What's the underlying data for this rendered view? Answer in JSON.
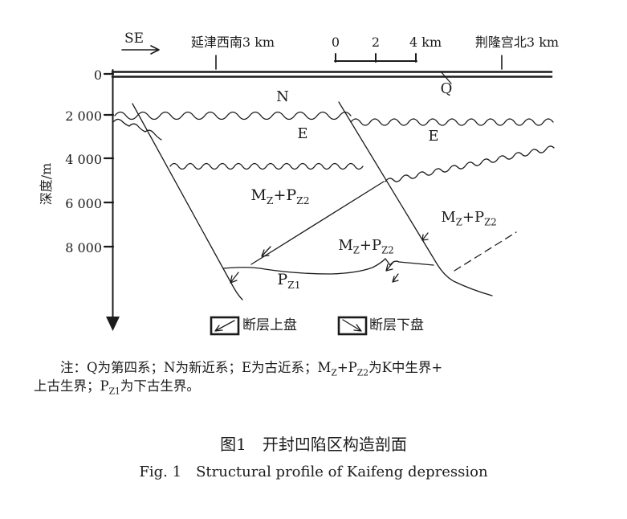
{
  "figure": {
    "direction_label": "SE",
    "location_left": "延津西南3 km",
    "location_right": "荆隆宫北3 km",
    "scale_bar": {
      "t0": "0",
      "t2": "2",
      "t4": "4 km"
    },
    "axis": {
      "title": "深度/m",
      "tick0": "0",
      "tick2000": "2 000",
      "tick4000": "4 000",
      "tick6000": "6 000",
      "tick8000": "8 000"
    },
    "strata": {
      "q": "Q",
      "n": "N",
      "e": "E",
      "m": "M",
      "m_sub": "Z",
      "p": "+P",
      "p_sub": "Z2",
      "pz1": "P",
      "pz1_sub": "Z1"
    },
    "legend": {
      "hanging_wall": "断层上盘",
      "foot_wall": "断层下盘"
    },
    "line_color": "#1b1b1b"
  },
  "note": {
    "line1_a": "注：Q为第四系；N为新近系；E为古近系；M",
    "line1_sub1": "Z",
    "line1_b": "+P",
    "line1_sub2": "Z2",
    "line1_c": "为K中生界+",
    "line2_a": "上古生界；P",
    "line2_sub": "Z1",
    "line2_b": "为下古生界。"
  },
  "caption": {
    "zh": "图1　开封凹陷区构造剖面",
    "en": "Fig. 1　Structural profile of Kaifeng depression"
  }
}
